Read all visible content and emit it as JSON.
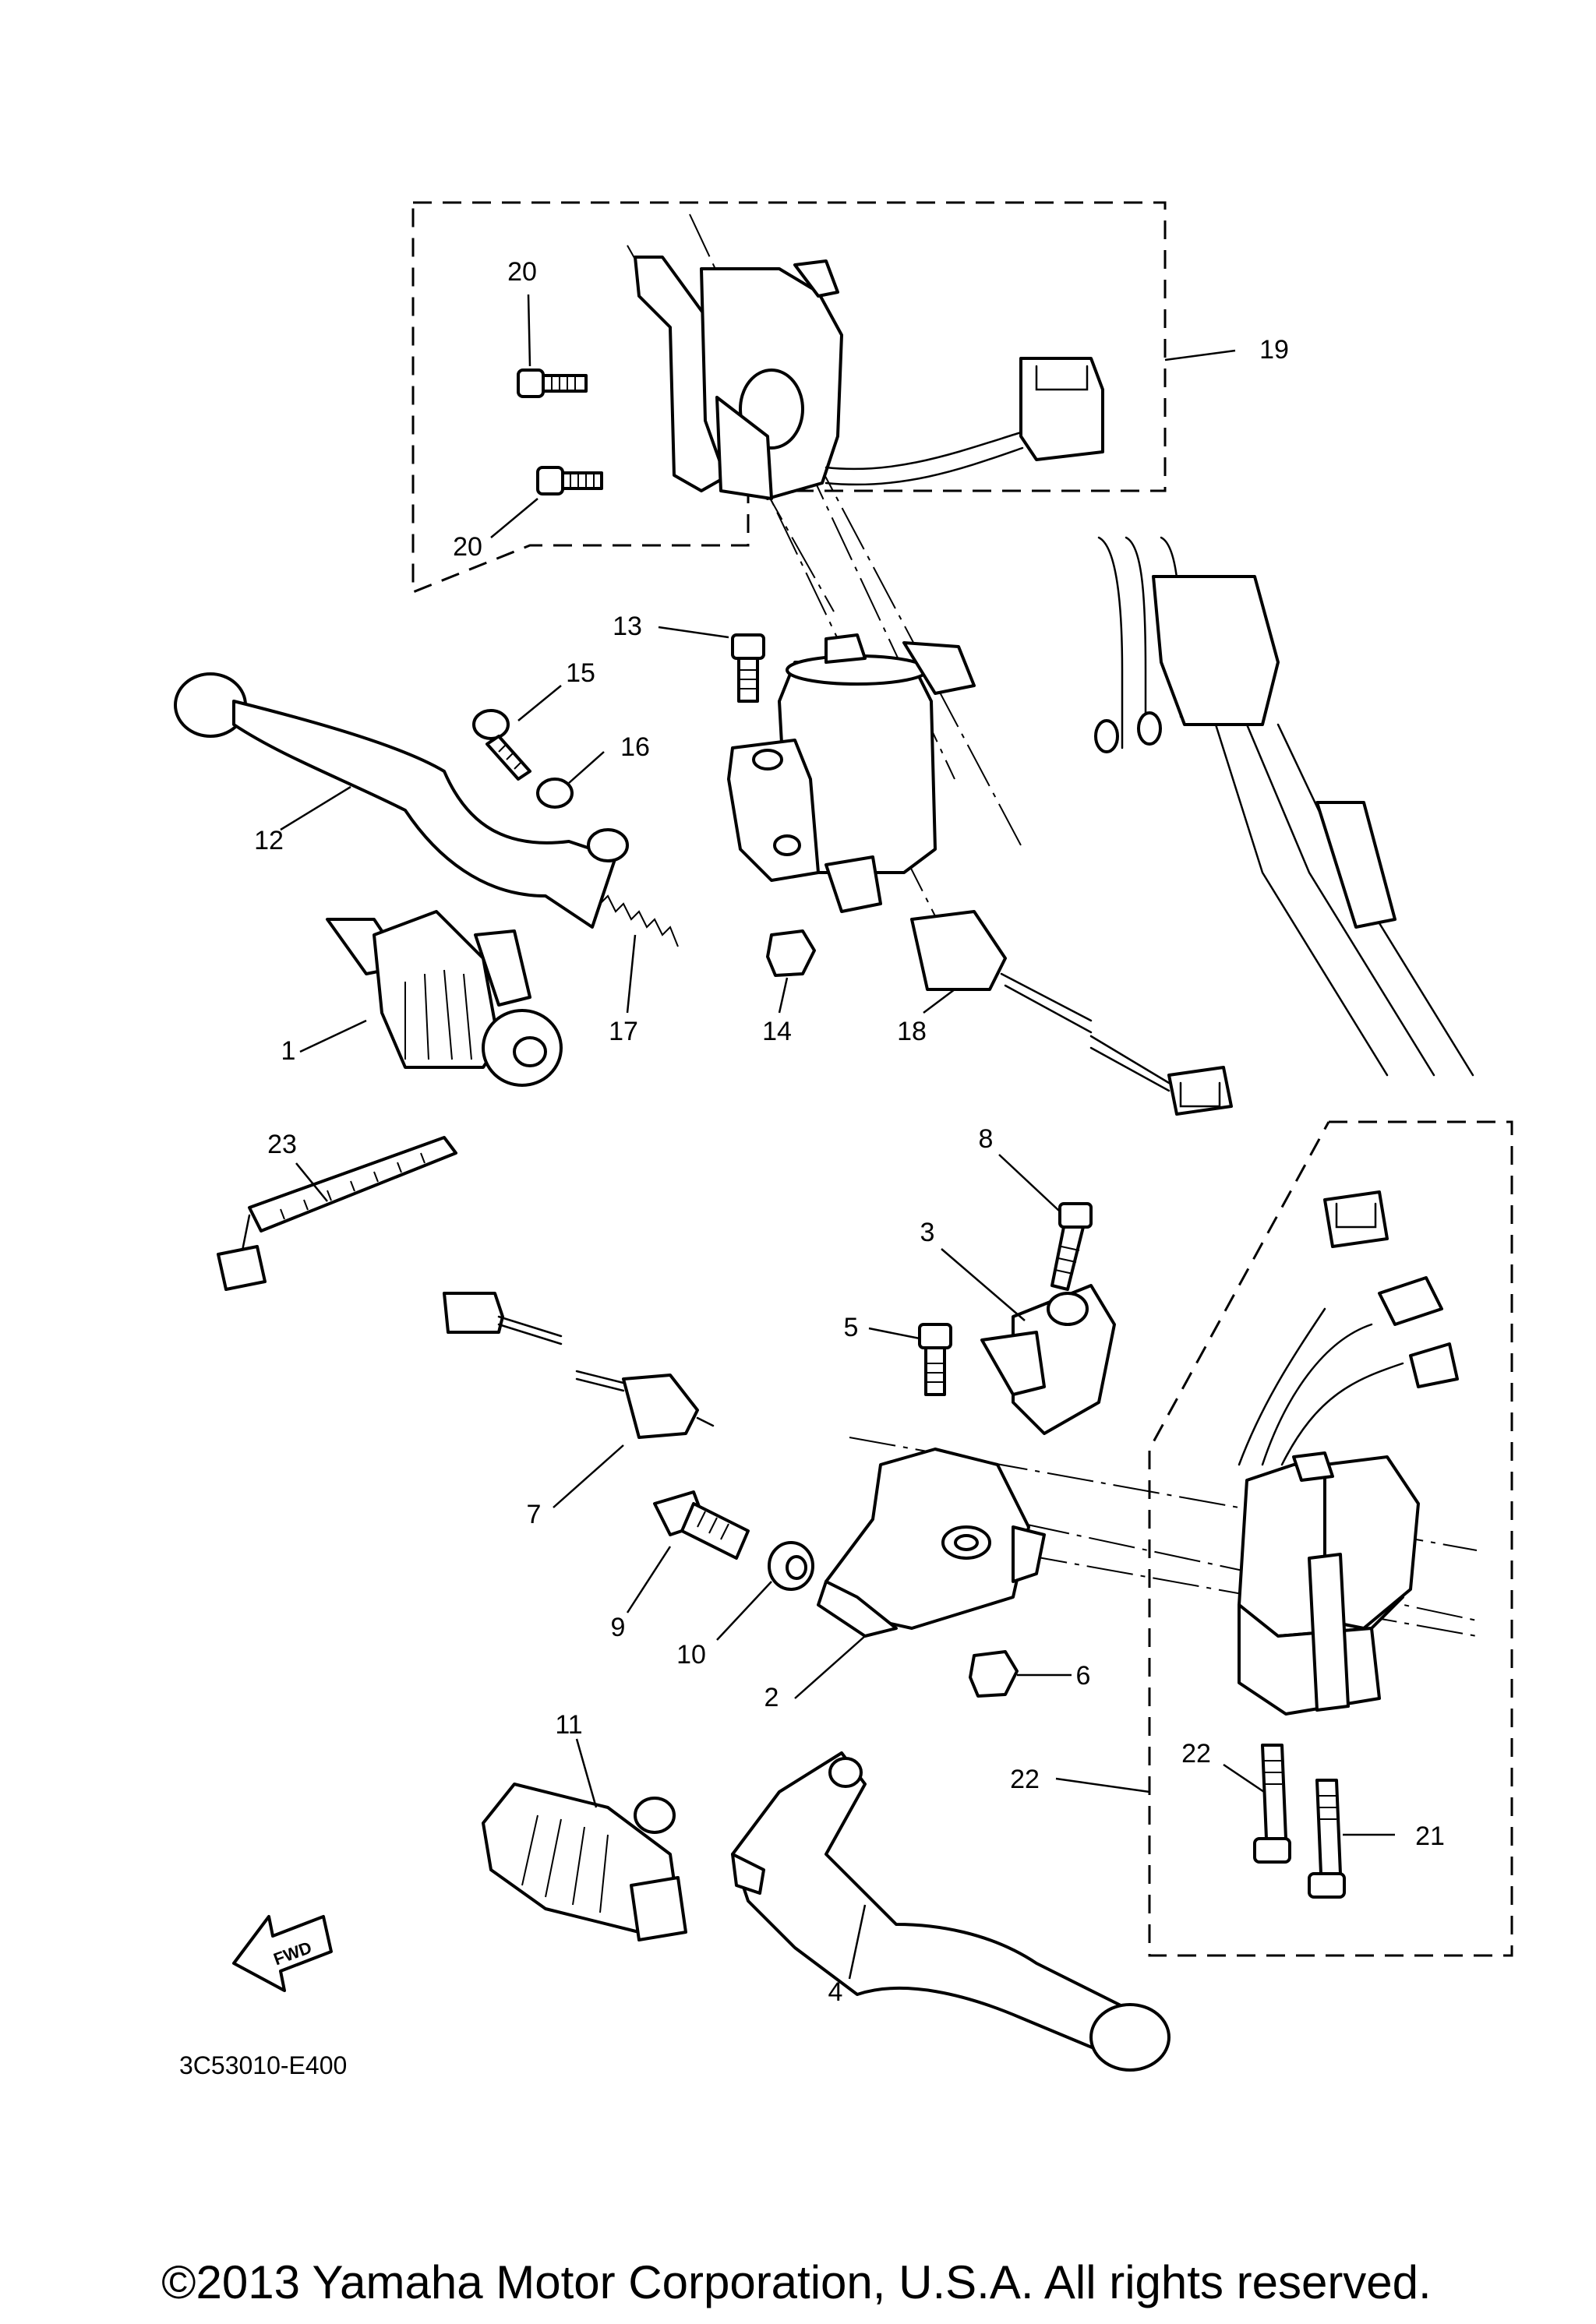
{
  "diagram": {
    "drawing_code": "3C53010-E400",
    "copyright": "©2013 Yamaha Motor Corporation, U.S.A. All rights reserved.",
    "fwd_label": "FWD",
    "callouts": [
      {
        "id": "c1",
        "text": "1"
      },
      {
        "id": "c2",
        "text": "2"
      },
      {
        "id": "c3",
        "text": "3"
      },
      {
        "id": "c4",
        "text": "4"
      },
      {
        "id": "c5",
        "text": "5"
      },
      {
        "id": "c6",
        "text": "6"
      },
      {
        "id": "c7",
        "text": "7"
      },
      {
        "id": "c8",
        "text": "8"
      },
      {
        "id": "c9",
        "text": "9"
      },
      {
        "id": "c10",
        "text": "10"
      },
      {
        "id": "c11",
        "text": "11"
      },
      {
        "id": "c12",
        "text": "12"
      },
      {
        "id": "c13",
        "text": "13"
      },
      {
        "id": "c14",
        "text": "14"
      },
      {
        "id": "c15",
        "text": "15"
      },
      {
        "id": "c16",
        "text": "16"
      },
      {
        "id": "c17",
        "text": "17"
      },
      {
        "id": "c18",
        "text": "18"
      },
      {
        "id": "c19",
        "text": "19"
      },
      {
        "id": "c20a",
        "text": "20"
      },
      {
        "id": "c20b",
        "text": "20"
      },
      {
        "id": "c21",
        "text": "21"
      },
      {
        "id": "c22a",
        "text": "22"
      },
      {
        "id": "c22b",
        "text": "22"
      },
      {
        "id": "c23",
        "text": "23"
      }
    ]
  }
}
